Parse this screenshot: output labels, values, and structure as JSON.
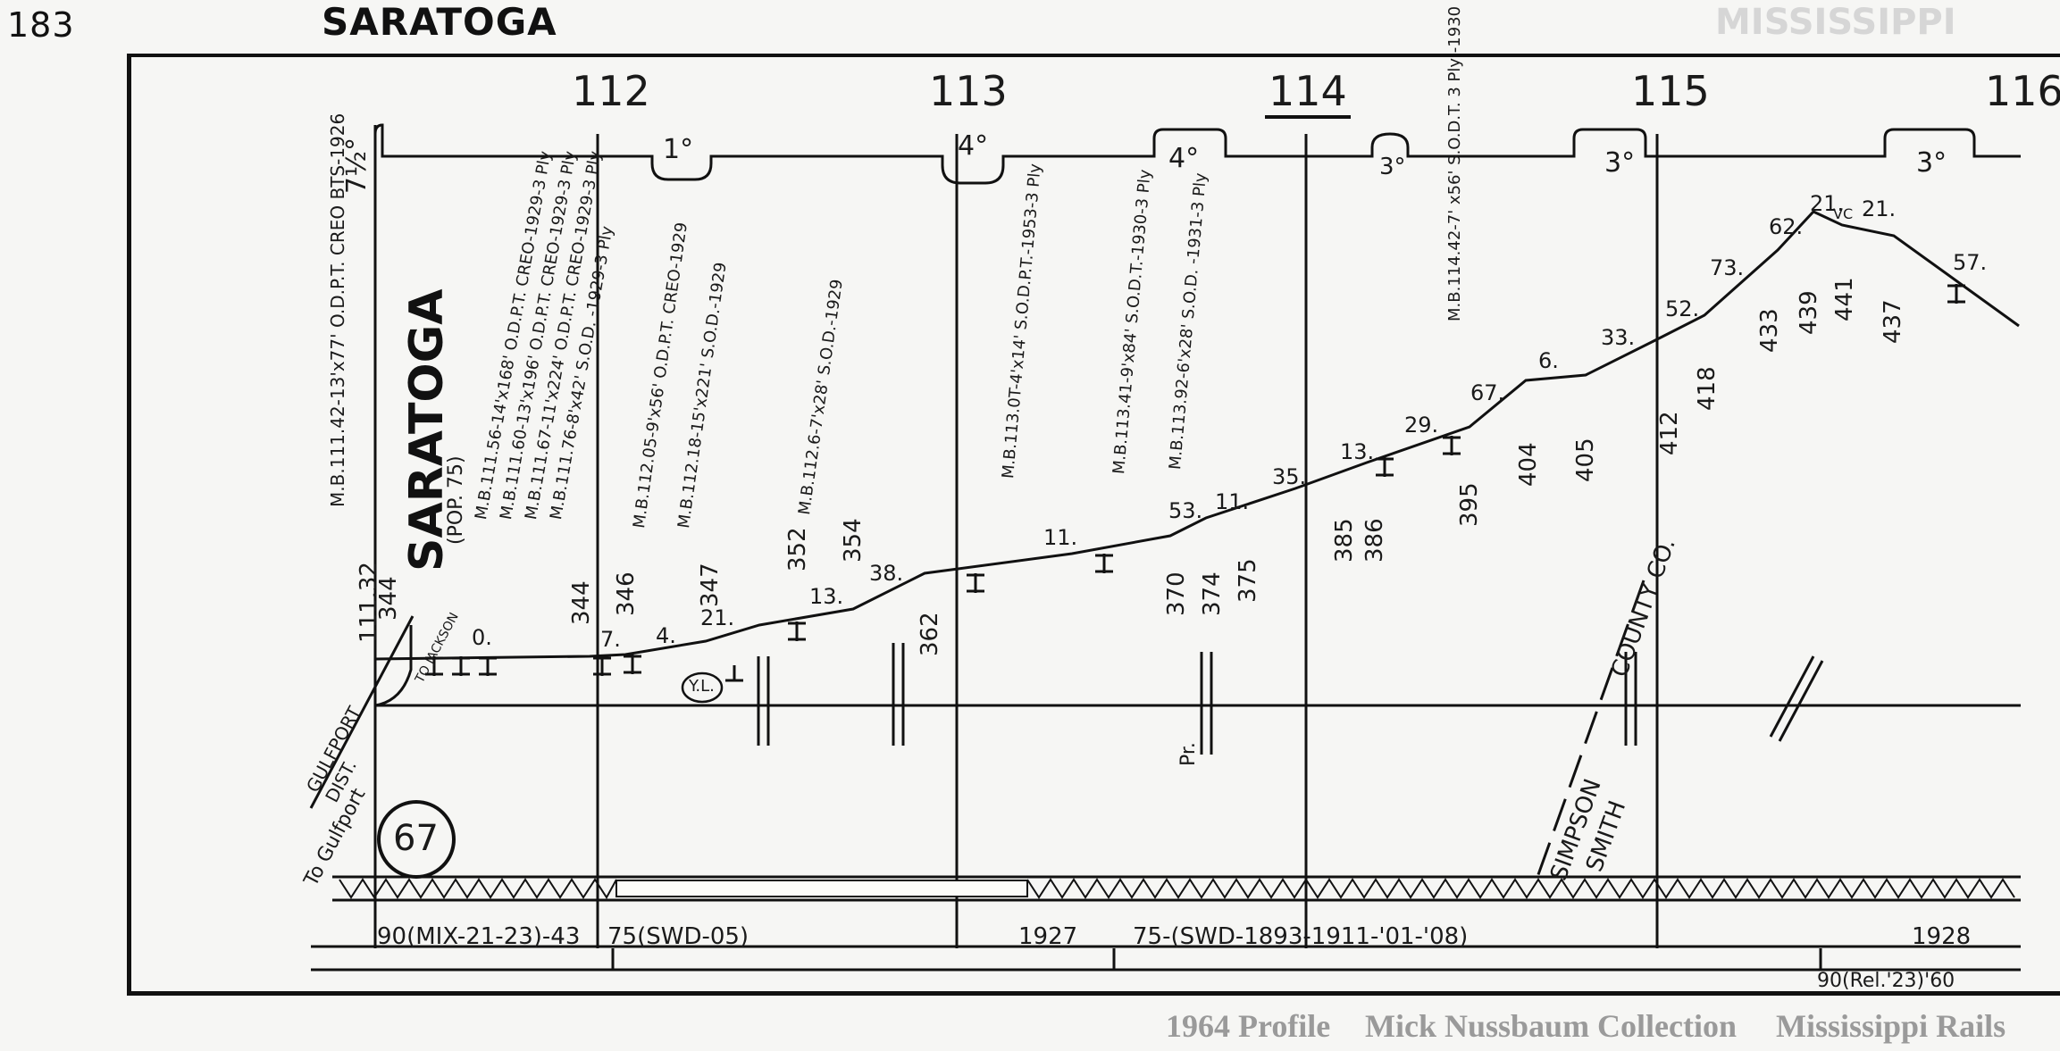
{
  "header": {
    "page_number": "183",
    "station_title": "SARATOGA",
    "ghost_title": "MISSISSIPPI"
  },
  "mileposts": [
    "112",
    "113",
    "114",
    "115",
    "116"
  ],
  "curvature": {
    "start": "7½°",
    "curves": [
      "1°",
      "4°",
      "4°",
      "3°",
      "3°",
      "3°"
    ]
  },
  "station": {
    "name": "SARATOGA",
    "population": "(POP. 75)",
    "milepost": "111.32"
  },
  "bridge_notes": [
    "M.B.111.42-13'x77' O.D.P.T. CREO BTS-1926",
    "M.B.111.56-14'x168' O.D.P.T. CREO-1929-3 Ply",
    "M.B.111.60-13'x196' O.D.P.T. CREO-1929-3 Ply",
    "M.B.111.67-11'x224' O.D.P.T. CREO-1929-3 Ply",
    "M.B.111.76-8'x42' S.O.D. -1929-3 Ply",
    "M.B.112.05-9'x56' O.D.P.T. CREO-1929",
    "M.B.112.18-15'x221' S.O.D.-1929",
    "M.B.112.6-7'x28' S.O.D.-1929",
    "M.B.113.0T-4'x14' S.O.D.P.T.-1953-3 Ply",
    "M.B.113.41-9'x84' S.O.D.T.-1930-3 Ply",
    "M.B.113.92-6'x28' S.O.D. -1931-3 Ply",
    "M.B.114.42-7' x56' S.O.D.T. 3 Ply -1930"
  ],
  "elevations": [
    "344",
    "344",
    "346",
    "347",
    "352",
    "354",
    "362",
    "370",
    "374",
    "375",
    "385",
    "386",
    "395",
    "404",
    "405",
    "412",
    "418",
    "433",
    "439",
    "441",
    "437"
  ],
  "grades": [
    "0.",
    "7.",
    "4.",
    "21.",
    "13.",
    "38.",
    "11.",
    "53.",
    "11.",
    "35.",
    "13.",
    "29.",
    "67.",
    "6.",
    "33.",
    "52.",
    "73.",
    "62.",
    "21.",
    "21.",
    "57."
  ],
  "labels": {
    "gulfport_dist": "GULFPORT DIST.",
    "to_jackson": "TO JACKSON",
    "to_gulfport": "To Gulfport",
    "yard_limit": "Y.L.",
    "vertical_curve": "VC",
    "private_crossing": "Pr.",
    "county_line_simpson": "SIMPSON",
    "county_line_smith": "SMITH",
    "county_line_label": "COUNTY CO.",
    "highway": "67"
  },
  "rail": {
    "sections": [
      "90(MIX-21-23)-43",
      "75(SWD-05)",
      "1927",
      "75-(SWD-1893-1911-'01-'08)",
      "1928"
    ],
    "footnote": "90(Rel.'23)'60"
  },
  "credit": {
    "year_profile": "1964 Profile",
    "collection": "Mick Nussbaum Collection",
    "site": "Mississippi Rails"
  }
}
